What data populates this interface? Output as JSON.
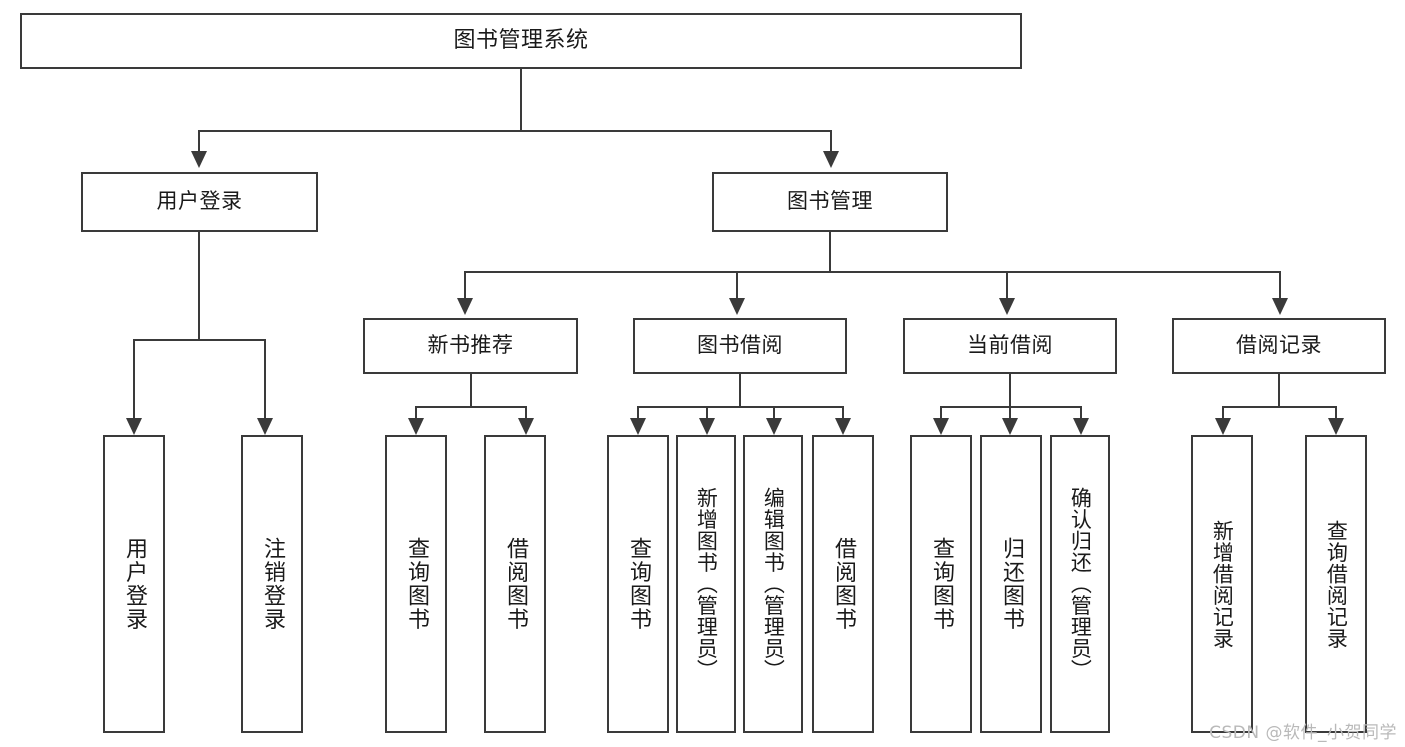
{
  "diagram": {
    "title": "图书管理系统",
    "watermark": "CSDN @软件_小贺同学",
    "background_color": "#ffffff",
    "line_color": "#3a3a3a",
    "text_color": "#1a1a1a",
    "watermark_color": "#b9b9b9",
    "type": "tree-hierarchy",
    "levels": 4
  },
  "nodes": {
    "root": {
      "label": "图书管理系统"
    },
    "level1": [
      {
        "label": "用户登录"
      },
      {
        "label": "图书管理"
      }
    ],
    "level2": [
      {
        "label": "新书推荐"
      },
      {
        "label": "图书借阅"
      },
      {
        "label": "当前借阅"
      },
      {
        "label": "借阅记录"
      }
    ],
    "leaves": {
      "user_login": [
        {
          "label": "用户登录"
        },
        {
          "label": "注销登录"
        }
      ],
      "new_book_recommend": [
        {
          "label": "查询图书"
        },
        {
          "label": "借阅图书"
        }
      ],
      "book_borrow": [
        {
          "label": "查询图书"
        },
        {
          "label": "新增图书（管理员）"
        },
        {
          "label": "编辑图书（管理员）"
        },
        {
          "label": "借阅图书"
        }
      ],
      "current_borrow": [
        {
          "label": "查询图书"
        },
        {
          "label": "归还图书"
        },
        {
          "label": "确认归还（管理员）"
        }
      ],
      "borrow_record": [
        {
          "label": "新增借阅记录"
        },
        {
          "label": "查询借阅记录"
        }
      ]
    }
  }
}
